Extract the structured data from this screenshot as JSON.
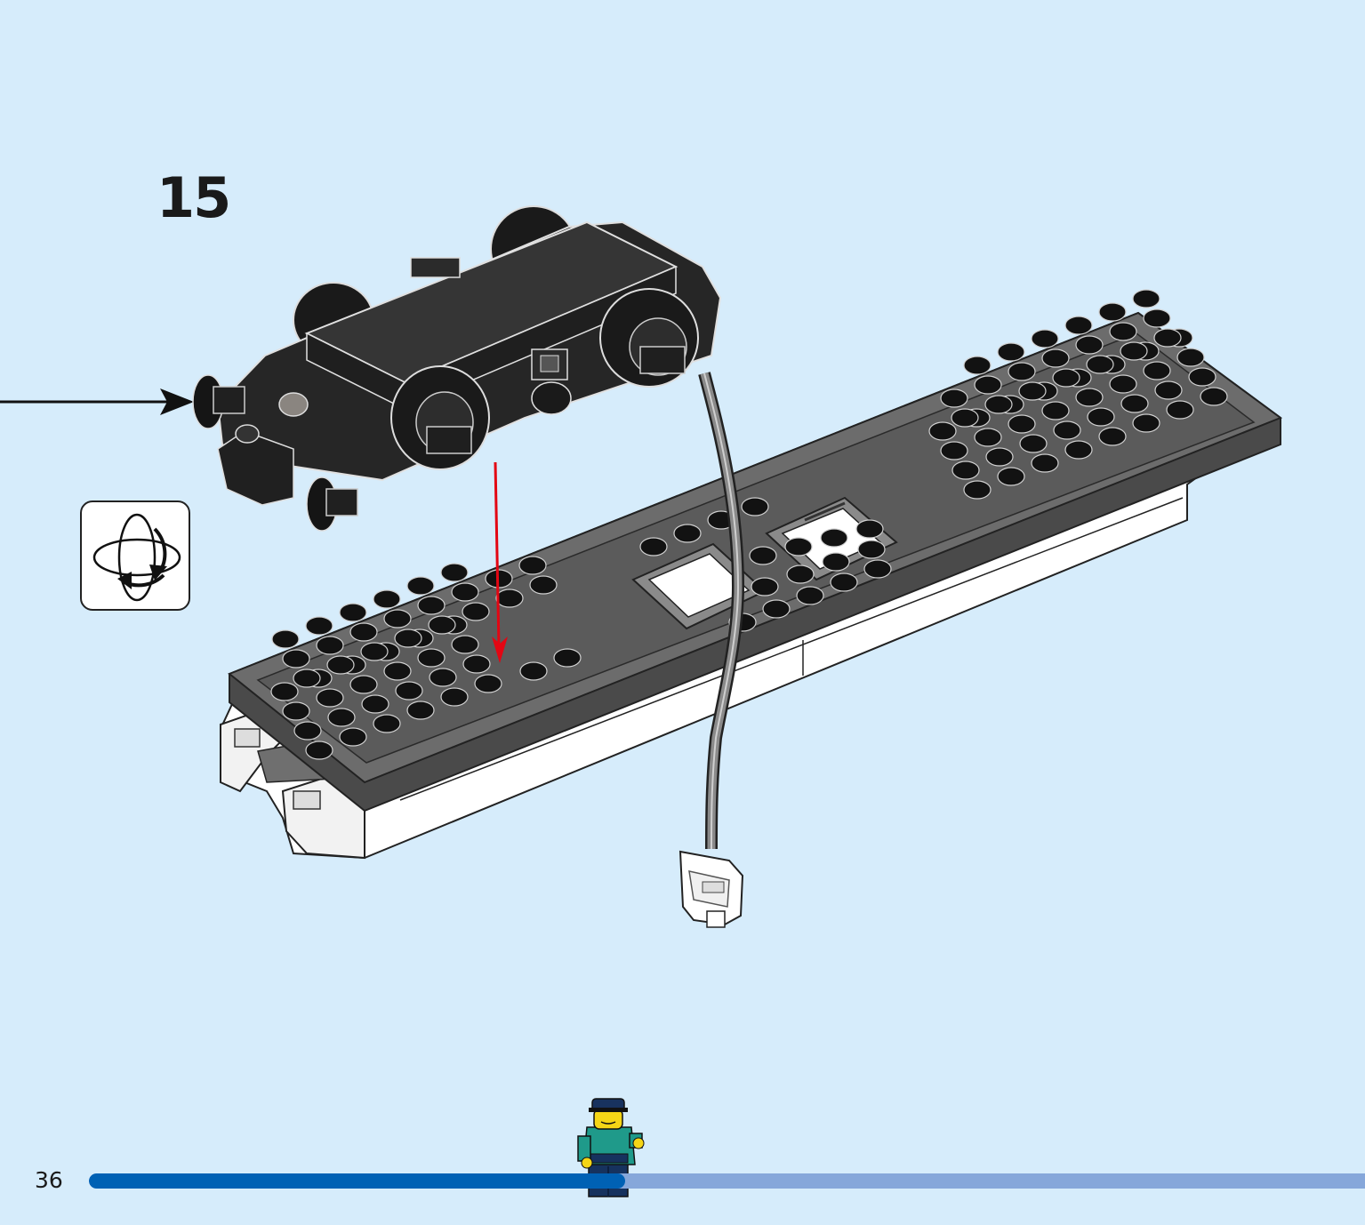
{
  "step": {
    "number": "15"
  },
  "page": {
    "number": "36"
  },
  "progress": {
    "fraction": 0.42
  },
  "icons": {
    "rotate": "rotate-model-icon",
    "placement": "red-placement-arrow",
    "pointer": "black-pointer-arrow",
    "figure": "train-conductor-minifigure-icon"
  },
  "colors": {
    "background": "#d6ecfb",
    "progress_done": "#0061b4",
    "progress_todo": "#86a7da",
    "placement_arrow": "#e30613"
  }
}
